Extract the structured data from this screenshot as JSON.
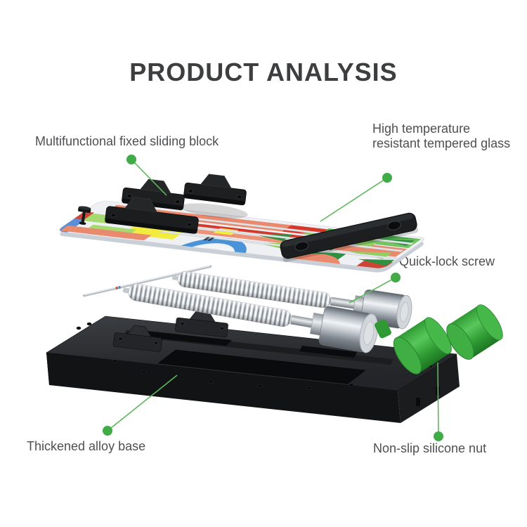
{
  "page": {
    "title": "PRODUCT ANALYSIS",
    "background": "#ffffff"
  },
  "callouts": [
    {
      "id": "sliding-block",
      "text": "Multifunctional fixed sliding block"
    },
    {
      "id": "tempered-glass",
      "line1": "High temperature",
      "line2": "resistant tempered glass"
    },
    {
      "id": "quick-lock-screw",
      "text": "Quick-lock screw"
    },
    {
      "id": "alloy-base",
      "text": "Thickened alloy base"
    },
    {
      "id": "silicone-nut",
      "text": "Non-slip silicone nut"
    }
  ],
  "colors": {
    "accent_line_green": "#5db75d",
    "callout_dot_green": "#41ab47",
    "title_text": "#3d3e40",
    "label_text": "#4e4f51",
    "base_black": "#1b1d1f",
    "nut_green": "#3fae43",
    "metal_silver": "#cdd2d7",
    "glass_salmon": "#e98a6e",
    "glass_red": "#d6392b",
    "glass_yellow": "#f2ec3e",
    "glass_green_dark": "#2e9040",
    "glass_green_light": "#8fd05e",
    "glass_blue": "#4a93d8"
  }
}
